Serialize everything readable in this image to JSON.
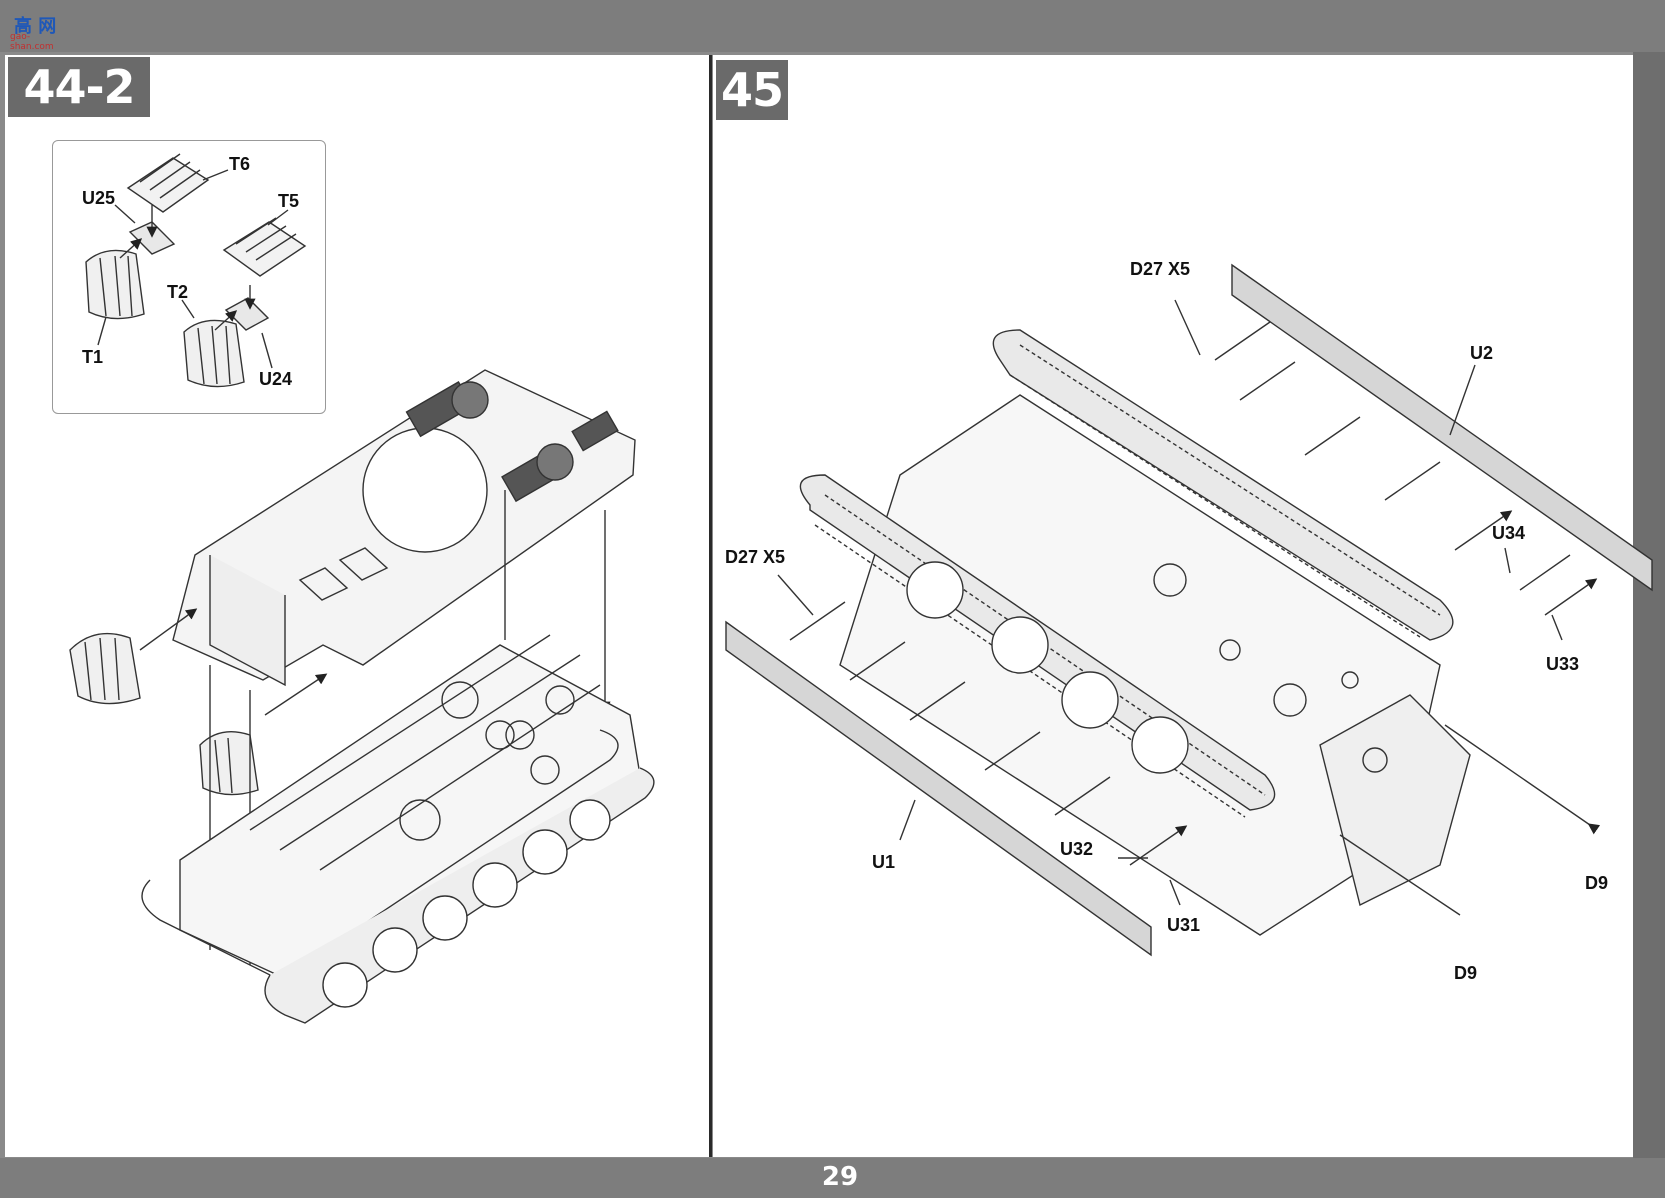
{
  "watermark": {
    "logo_text": "高 网",
    "logo_sub": "gao-shan.com"
  },
  "steps": [
    {
      "number": "44-2"
    },
    {
      "number": "45"
    }
  ],
  "page_number": "29",
  "callouts": {
    "t6": "T6",
    "u25": "U25",
    "t5": "T5",
    "t2": "T2",
    "t1": "T1",
    "u24": "U24",
    "d27_top": "D27 X5",
    "u2": "U2",
    "d27_left": "D27 X5",
    "u34": "U34",
    "u33": "U33",
    "u1": "U1",
    "u32": "U32",
    "u31": "U31",
    "d9_right": "D9",
    "d9_bottom": "D9"
  },
  "colors": {
    "frame": "#7d7d7d",
    "badge": "#6a6a6a",
    "ink": "#111111",
    "logo_blue": "#1f58b8"
  }
}
